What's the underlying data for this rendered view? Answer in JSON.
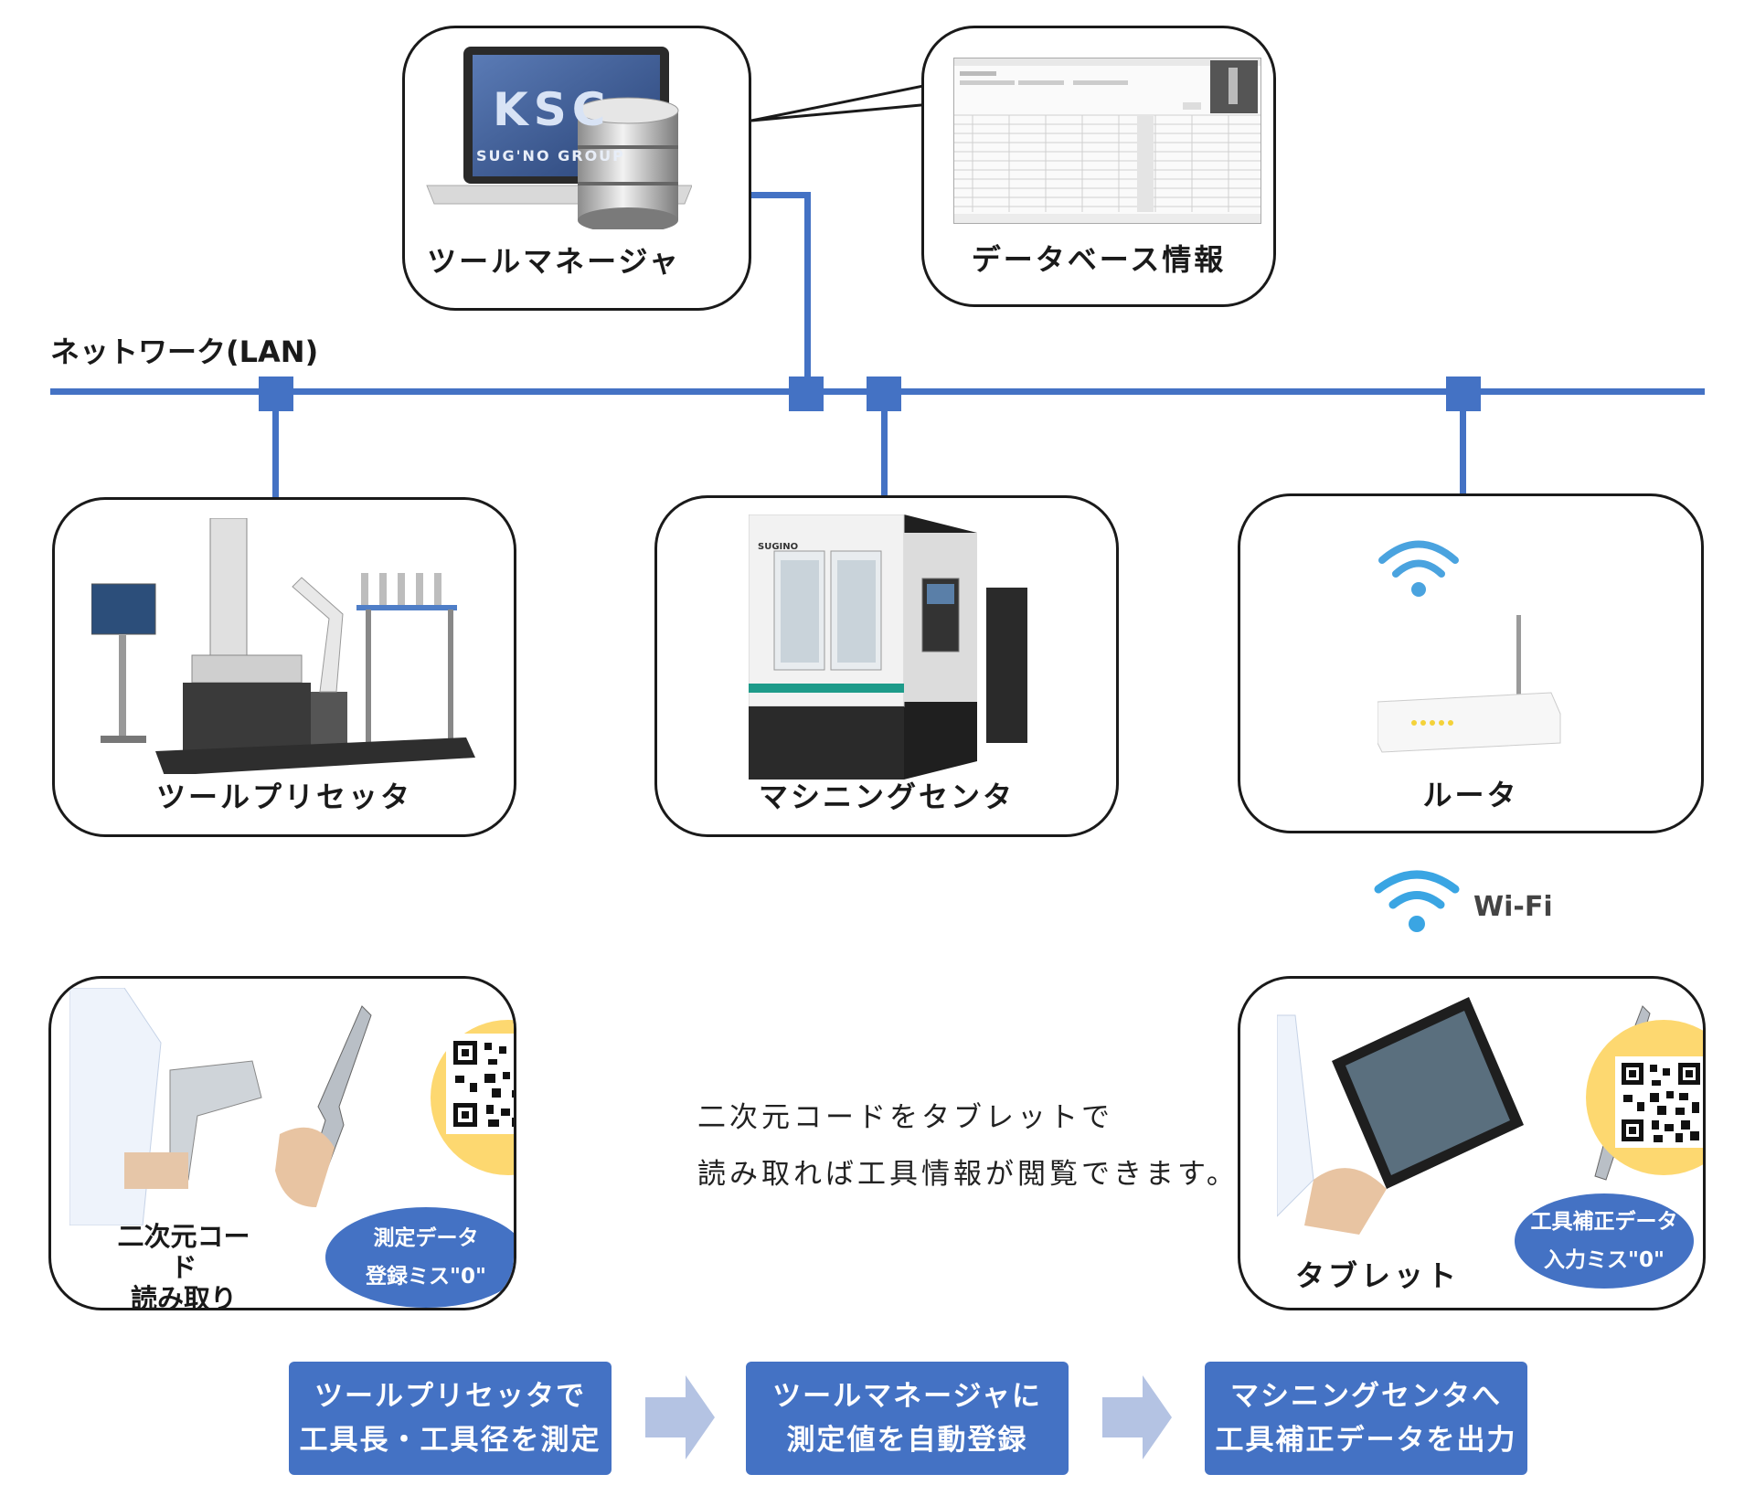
{
  "network": {
    "label": "ネットワーク(LAN)",
    "line_color": "#4472c4"
  },
  "tool_manager": {
    "label": "ツールマネージャ",
    "logo_text": "KSC",
    "brand_text": "SUG'NO GROUP"
  },
  "database_info": {
    "label": "データベース情報"
  },
  "tool_presetter": {
    "label": "ツールプリセッタ"
  },
  "machining_center": {
    "label": "マシニングセンタ",
    "brand_text": "SUGINO"
  },
  "router": {
    "label": "ルータ"
  },
  "wifi": {
    "label": "Wi-Fi"
  },
  "scan": {
    "label_line1": "二次元コード",
    "label_line2": "読み取り",
    "badge_line1": "測定データ",
    "badge_line2": "登録ミス\"0\""
  },
  "tablet": {
    "label": "タブレット",
    "badge_line1": "工具補正データ",
    "badge_line2": "入力ミス\"0\""
  },
  "center_text": {
    "line1": "二次元コードをタブレットで",
    "line2": "読み取れば工具情報が閲覧できます。"
  },
  "flow": [
    {
      "line1": "ツールプリセッタで",
      "line2": "工具長・工具径を測定"
    },
    {
      "line1": "ツールマネージャに",
      "line2": "測定値を自動登録"
    },
    {
      "line1": "マシニングセンタへ",
      "line2": "工具補正データを出力"
    }
  ],
  "colors": {
    "accent": "#4472c4",
    "yellow": "#fdd870",
    "arrow": "#b4c3e3"
  }
}
